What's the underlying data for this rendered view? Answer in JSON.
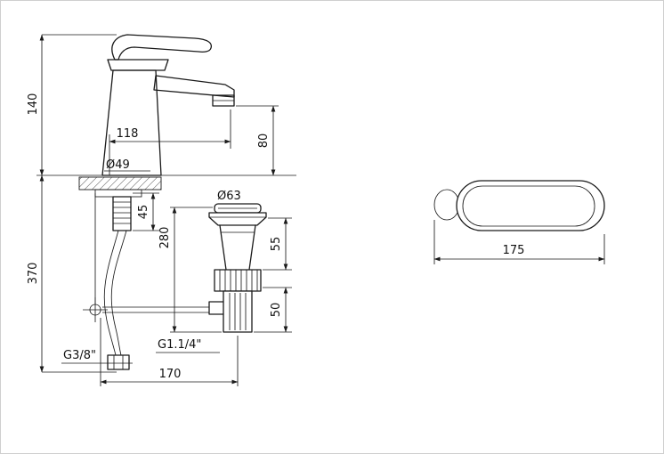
{
  "front_view": {
    "labels": {
      "total_height": "140",
      "under_counter_depth": "370",
      "spout_reach": "118",
      "spout_height": "80",
      "base_diameter": "Ø49",
      "shank_length": "45",
      "waste_height": "280",
      "waste_flange_diameter": "Ø63",
      "waste_body_height": "55",
      "waste_tail_height": "50",
      "supply_thread": "G3/8\"",
      "waste_thread": "G1.1/4\"",
      "supply_offset": "170"
    }
  },
  "top_view": {
    "labels": {
      "handle_length": "175"
    }
  },
  "colors": {
    "line": "#1a1a1a",
    "background": "#ffffff"
  }
}
